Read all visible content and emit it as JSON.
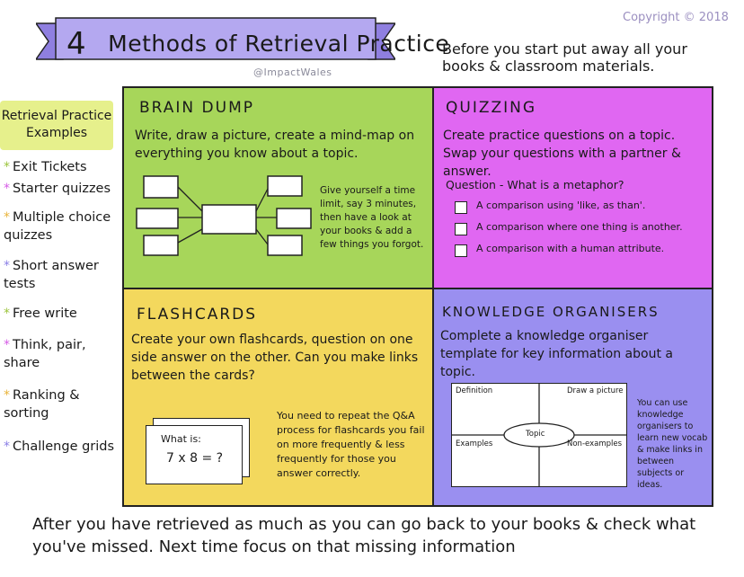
{
  "header": {
    "number": "4",
    "title": "Methods of Retrieval Practice",
    "handle": "@ImpactWales",
    "copyright": "Copyright © 2018",
    "intro": "Before you start put away all your books & classroom materials."
  },
  "sidebar": {
    "heading": "Retrieval Practice Examples",
    "items": [
      {
        "label": "Exit Tickets",
        "color": "#9bc43b"
      },
      {
        "label": "Starter quizzes",
        "color": "#d65be6"
      },
      {
        "label": "Multiple choice quizzes",
        "color": "#e9b43a"
      },
      {
        "label": "Short answer tests",
        "color": "#8a7fe6"
      },
      {
        "label": "Free write",
        "color": "#9bc43b"
      },
      {
        "label": "Think, pair, share",
        "color": "#d65be6"
      },
      {
        "label": "Ranking & sorting",
        "color": "#e9b43a"
      },
      {
        "label": "Challenge grids",
        "color": "#8a7fe6"
      }
    ]
  },
  "quadrants": {
    "brain_dump": {
      "heading": "BRAIN DUMP",
      "text": "Write, draw a picture, create a mind-map on everything you know about a topic.",
      "tip": "Give yourself a time limit, say 3 minutes, then have a look at your books & add a few things you forgot.",
      "color": "#a7d65a"
    },
    "quizzing": {
      "heading": "QUIZZING",
      "text": "Create practice questions on a topic. Swap your questions with a partner & answer.",
      "question": "Question - What is a metaphor?",
      "options": [
        "A comparison using 'like, as than'.",
        "A comparison where one thing is another.",
        "A comparison with a human attribute."
      ],
      "color": "#e067f2"
    },
    "flashcards": {
      "heading": "FLASHCARDS",
      "text": "Create your own flashcards, question on one side answer on the other. Can you make links between the cards?",
      "card_label": "What is:",
      "card_question": "7 x 8 = ?",
      "tip": "You need to repeat the Q&A process for flashcards you fail on more frequently & less frequently for those you answer correctly.",
      "color": "#f3d85d"
    },
    "knowledge_organisers": {
      "heading": "KNOWLEDGE ORGANISERS",
      "text": "Complete a knowledge organiser template for key information about a topic.",
      "template": {
        "definition": "Definition",
        "picture": "Draw a picture",
        "examples": "Examples",
        "non_examples": "Non-examples",
        "topic": "Topic"
      },
      "tip": "You can use knowledge organisers to learn new vocab & make links in between subjects or ideas.",
      "color": "#9a8ff0"
    }
  },
  "footer": "After you have retrieved as much as you can go back to your books & check what you've missed. Next time focus on that missing information"
}
